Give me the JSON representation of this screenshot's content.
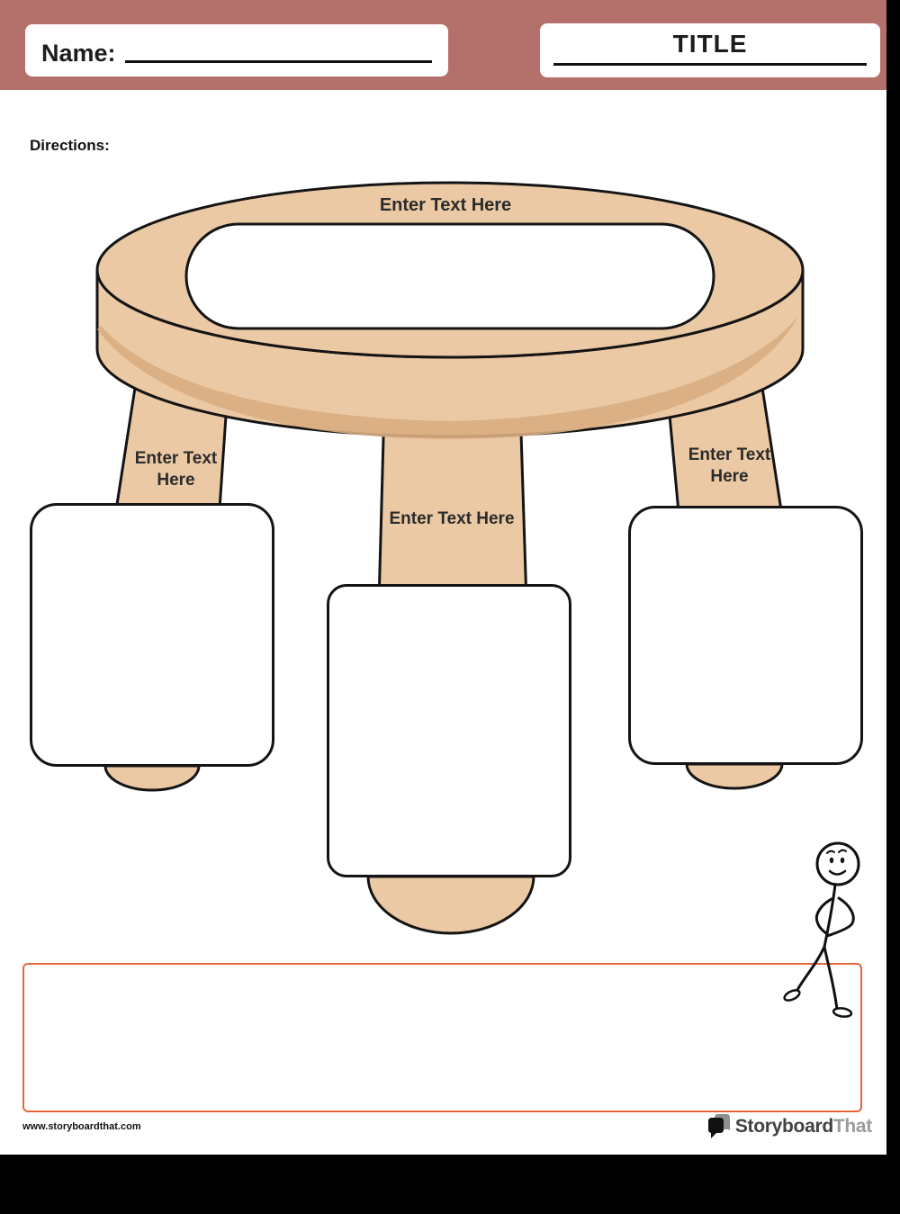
{
  "header": {
    "name_label": "Name:",
    "title": "TITLE"
  },
  "directions": {
    "label": "Directions:"
  },
  "stool": {
    "top_label": "Enter Text Here",
    "left_leg_label": "Enter Text Here",
    "center_leg_label": "Enter Text Here",
    "right_leg_label": "Enter Text Here"
  },
  "footer": {
    "website": "www.storyboardthat.com",
    "logo_part1": "Storyboard",
    "logo_part2": "That"
  },
  "colors": {
    "header_bg": "#b4706b",
    "stool_fill": "#ebc9a4",
    "stool_shade": "#d9ad82",
    "outline": "#141414",
    "bottom_box_border": "#e2683c",
    "text_dark": "#2b2b2b"
  }
}
